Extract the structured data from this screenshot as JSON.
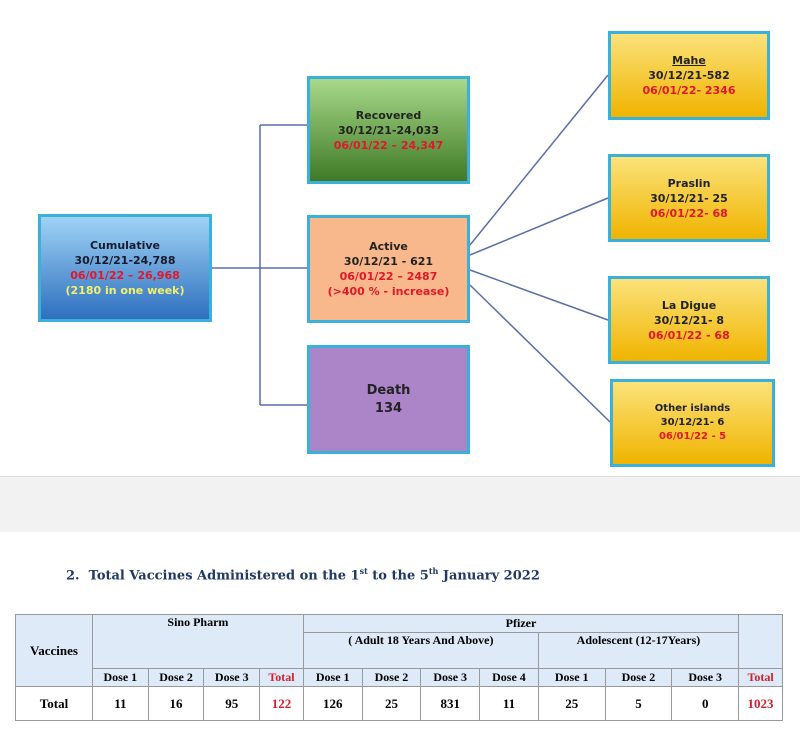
{
  "diagram": {
    "cumulative": {
      "title": "Cumulative",
      "line1": "30/12/21-24,788",
      "line2": "06/01/22 – 26,968",
      "line3": "(2180 in one week)"
    },
    "recovered": {
      "title": "Recovered",
      "line1": "30/12/21-24,033",
      "line2": "06/01/22 – 24,347"
    },
    "active": {
      "title": "Active",
      "line1": "30/12/21 -  621",
      "line2": "06/01/22 – 2487",
      "line3": "(>400 % - increase)"
    },
    "death": {
      "title": "Death",
      "line1": "134"
    },
    "mahe": {
      "title": "Mahe",
      "line1": "30/12/21-582",
      "line2": "06/01/22- 2346"
    },
    "praslin": {
      "title": "Praslin",
      "line1": "30/12/21- 25",
      "line2": "06/01/22- 68"
    },
    "la_digue": {
      "title": "La Digue",
      "line1": "30/12/21- 8",
      "line2": "06/01/22 - 68"
    },
    "other": {
      "title": "Other islands",
      "line1": "30/12/21- 6",
      "line2": "06/01/22 - 5"
    }
  },
  "section": {
    "number": "2.",
    "title_a": "Total Vaccines Administered on the 1",
    "sup1": "st",
    "title_b": " to the 5",
    "sup2": "th",
    "title_c": " January 2022"
  },
  "table": {
    "row_header": "Vaccines",
    "sino": "Sino Pharm",
    "pfizer": "Pfizer",
    "adult": "( Adult 18 Years And Above)",
    "adolescent": "Adolescent (12-17Years)",
    "dose_headers": [
      "Dose 1",
      "Dose 2",
      "Dose 3",
      "Total",
      "Dose 1",
      "Dose 2",
      "Dose 3",
      "Dose 4",
      "Dose 1",
      "Dose 2",
      "Dose 3",
      "Total"
    ],
    "row_label": "Total",
    "values": [
      "11",
      "16",
      "95",
      "122",
      "126",
      "25",
      "831",
      "11",
      "25",
      "5",
      "0",
      "1023"
    ]
  }
}
